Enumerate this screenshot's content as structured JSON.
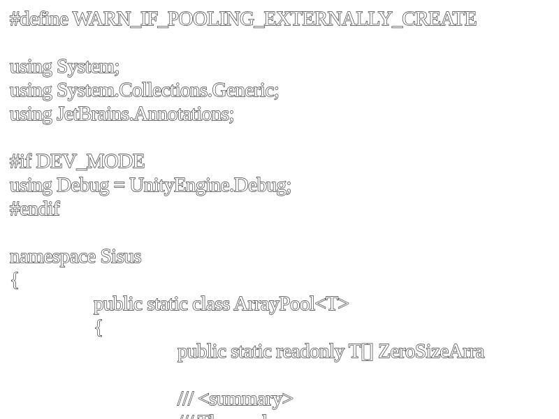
{
  "code": {
    "lines": [
      "#define WARN_IF_POOLING_EXTERNALLY_CREATE",
      "",
      "using System;",
      "using System.Collections.Generic;",
      "using JetBrains.Annotations;",
      "",
      "#if DEV_MODE",
      "using Debug = UnityEngine.Debug;",
      "#endif",
      "",
      "namespace Sisus",
      "{",
      "public static class ArrayPool<T>",
      "{",
      "public static readonly T[] ZeroSizeArra",
      "",
      "/// <summary>",
      "/// The pool..."
    ]
  }
}
